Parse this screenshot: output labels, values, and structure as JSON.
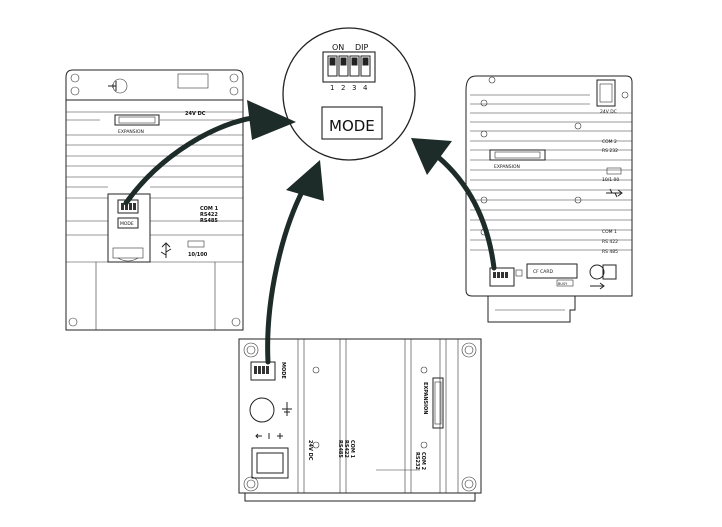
{
  "colors": {
    "arrow": "#1d2b29",
    "line": "#222222",
    "background": "#ffffff"
  },
  "callout": {
    "dip_on_label": "ON",
    "dip_dip_label": "DIP",
    "dip_numbers": [
      "1",
      "2",
      "3",
      "4"
    ],
    "mode_label": "MODE"
  },
  "left_device": {
    "power_label": "24V DC",
    "expansion_label": "EXPANSION",
    "com1_labels": [
      "COM 1",
      "RS422",
      "RS485"
    ],
    "mode_label": "MODE",
    "ethernet_label": "10/100",
    "usb_icon": "usb-icon",
    "ground_icon": "ground-icon"
  },
  "right_device": {
    "power_label": "24V DC",
    "com2_labels": [
      "COM 2",
      "RS 232"
    ],
    "expansion_label": "EXPANSION",
    "ethernet_label": "10/1 00",
    "com1_labels": [
      "COM 1",
      "RS 422",
      "RS 485"
    ],
    "cf_card_label": "CF CARD",
    "busy_label": "BUSY",
    "usb_icon": "usb-icon"
  },
  "bottom_device": {
    "mode_label": "MODE",
    "power_label": "24V DC",
    "com1_labels": [
      "COM 1",
      "RS422",
      "RS485"
    ],
    "com2_labels": [
      "COM 2",
      "RS232"
    ],
    "expansion_label": "EXPANSION",
    "ground_icon": "ground-icon"
  }
}
